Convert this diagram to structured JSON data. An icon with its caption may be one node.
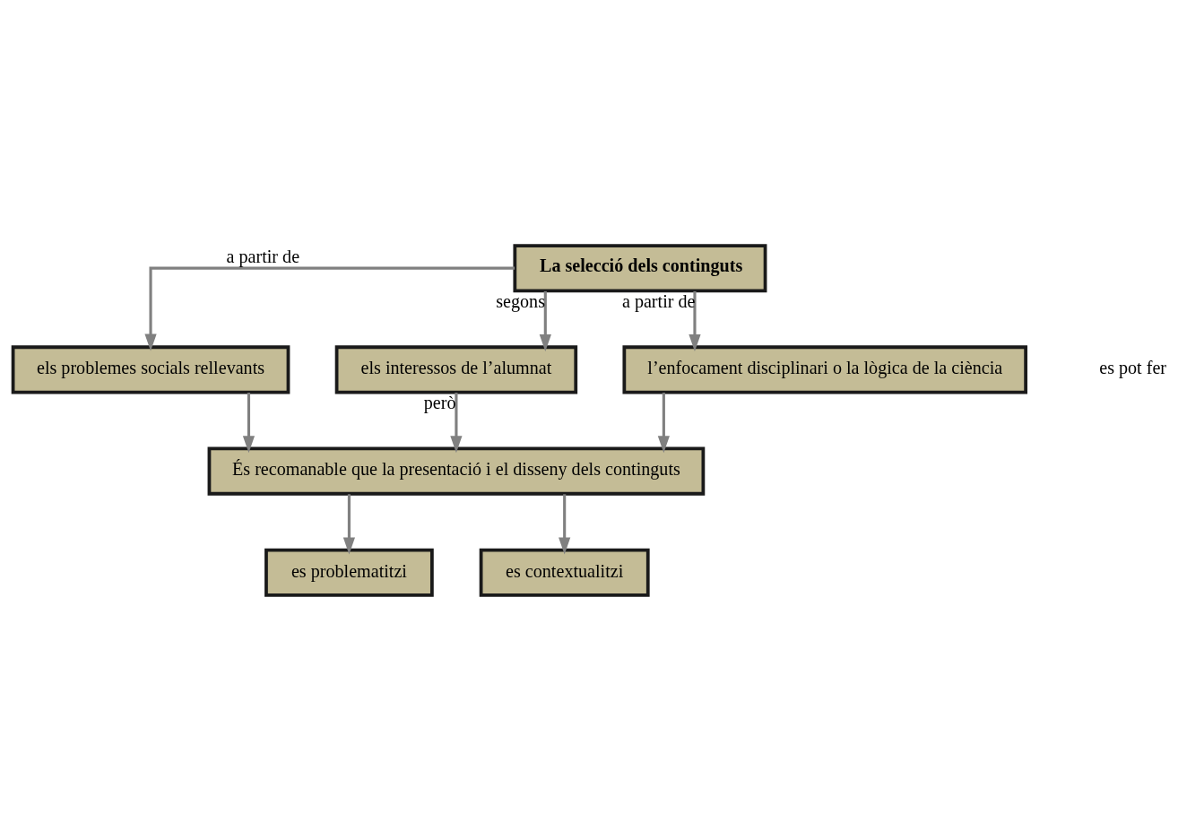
{
  "diagram": {
    "nodes": [
      {
        "text": [
          "La selecció dels continguts"
        ]
      },
      {
        "text": [
          "els problemes socials rellevants"
        ]
      },
      {
        "text": [
          "els interessos de l’alumnat"
        ]
      },
      {
        "text": [
          "l’enfocament disciplinari o la lògica de la ciència"
        ]
      },
      {
        "text": [
          "És recomanable que la presentació i el disseny dels continguts"
        ]
      },
      {
        "text": [
          "es problematitzi"
        ]
      },
      {
        "text": [
          "es contextualitzi"
        ]
      }
    ],
    "edges": [
      {
        "from": 0,
        "to": 1,
        "arrow": "to",
        "label": "a partir de"
      },
      {
        "from": 0,
        "to": 2,
        "arrow": "to",
        "label": "segons"
      },
      {
        "from": 0,
        "to": 3,
        "arrow": "to",
        "label": "a partir de"
      },
      {
        "from": 1,
        "to": 4,
        "arrow": "to"
      },
      {
        "from": 2,
        "to": 4,
        "arrow": "to",
        "label": "però"
      },
      {
        "from": 3,
        "to": 4,
        "arrow": "to"
      },
      {
        "from": 4,
        "to": 5,
        "arrow": "to"
      },
      {
        "from": 4,
        "to": 6,
        "arrow": "to"
      }
    ],
    "labels": [
      "es pot fer"
    ]
  }
}
